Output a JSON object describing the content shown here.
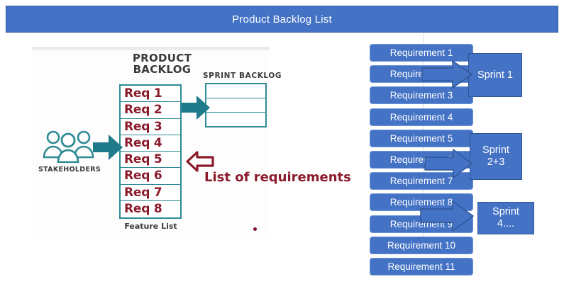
{
  "header": {
    "title": "Product Backlog List",
    "bg_color": "#4472C4",
    "text_color": "#FFFFFF"
  },
  "left_diagram": {
    "product_backlog": {
      "title_line1": "PRODUCT",
      "title_line2": "BACKLOG",
      "rows": [
        "Req 1",
        "Req 2",
        "Req 3",
        "Req 4",
        "Req 5",
        "Req 6",
        "Req 7",
        "Req 8"
      ],
      "caption": "Feature List",
      "border_color": "#2E8B95",
      "text_color": "#8B1A2B"
    },
    "sprint_backlog": {
      "title": "SPRINT  BACKLOG",
      "rows": [
        "",
        "",
        ""
      ],
      "border_color": "#2E8B95"
    },
    "stakeholders": {
      "label": "STAKEHOLDERS",
      "icon": "three-people-icon",
      "color": "#2E8B95"
    },
    "annotation": {
      "arrow_icon": "left-arrow-outline-icon",
      "text": "List of requirements",
      "color": "#8B1A2B"
    },
    "arrows": [
      {
        "icon": "right-arrow-solid-icon",
        "color": "#1F7A8C"
      },
      {
        "icon": "right-arrow-solid-icon",
        "color": "#1F7A8C"
      }
    ],
    "dot": {
      "icon": "dot-marker",
      "color": "#7B1330"
    }
  },
  "right_panel": {
    "requirements": [
      "Requirement 1",
      "Requirement 2",
      "Requirement 3",
      "Requirement 4",
      "Requirement 5",
      "Requirement 6",
      "Requirement 7",
      "Requirement 8",
      "Requirement 9",
      "Requirement 10",
      "Requirement 11"
    ],
    "sprints": [
      {
        "label": "Sprint 1"
      },
      {
        "label": "Sprint\n2+3"
      },
      {
        "label": "Sprint\n4...."
      }
    ],
    "sprint_lines": [
      [
        "Sprint 1"
      ],
      [
        "Sprint",
        "2+3"
      ],
      [
        "Sprint",
        "4...."
      ]
    ],
    "arrows": [
      {
        "icon": "right-block-arrow-icon"
      },
      {
        "icon": "right-block-arrow-icon"
      },
      {
        "icon": "right-block-arrow-icon"
      }
    ],
    "box_color": "#4472C4",
    "text_color": "#FFFFFF"
  }
}
